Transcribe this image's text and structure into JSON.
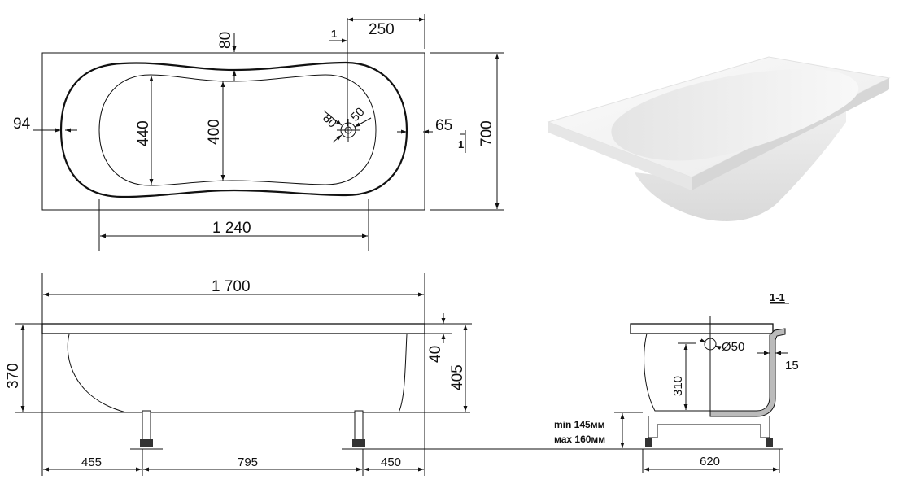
{
  "dims": {
    "d80": "80",
    "d250": "250",
    "d1": "1",
    "d94": "94",
    "d440": "440",
    "d400": "400",
    "d80b": "80",
    "d50": "50",
    "d65": "65",
    "d700": "700",
    "d1b": "1",
    "d1240": "1 240",
    "d1700": "1 700",
    "d370": "370",
    "d40": "40",
    "d405": "405",
    "d455": "455",
    "d795": "795",
    "d450": "450",
    "sectionLabel": "1-1",
    "dia50": "Ø50",
    "d15": "15",
    "d310": "310",
    "minH": "min 145мм",
    "maxH": "мах 160мм",
    "d620": "620"
  }
}
